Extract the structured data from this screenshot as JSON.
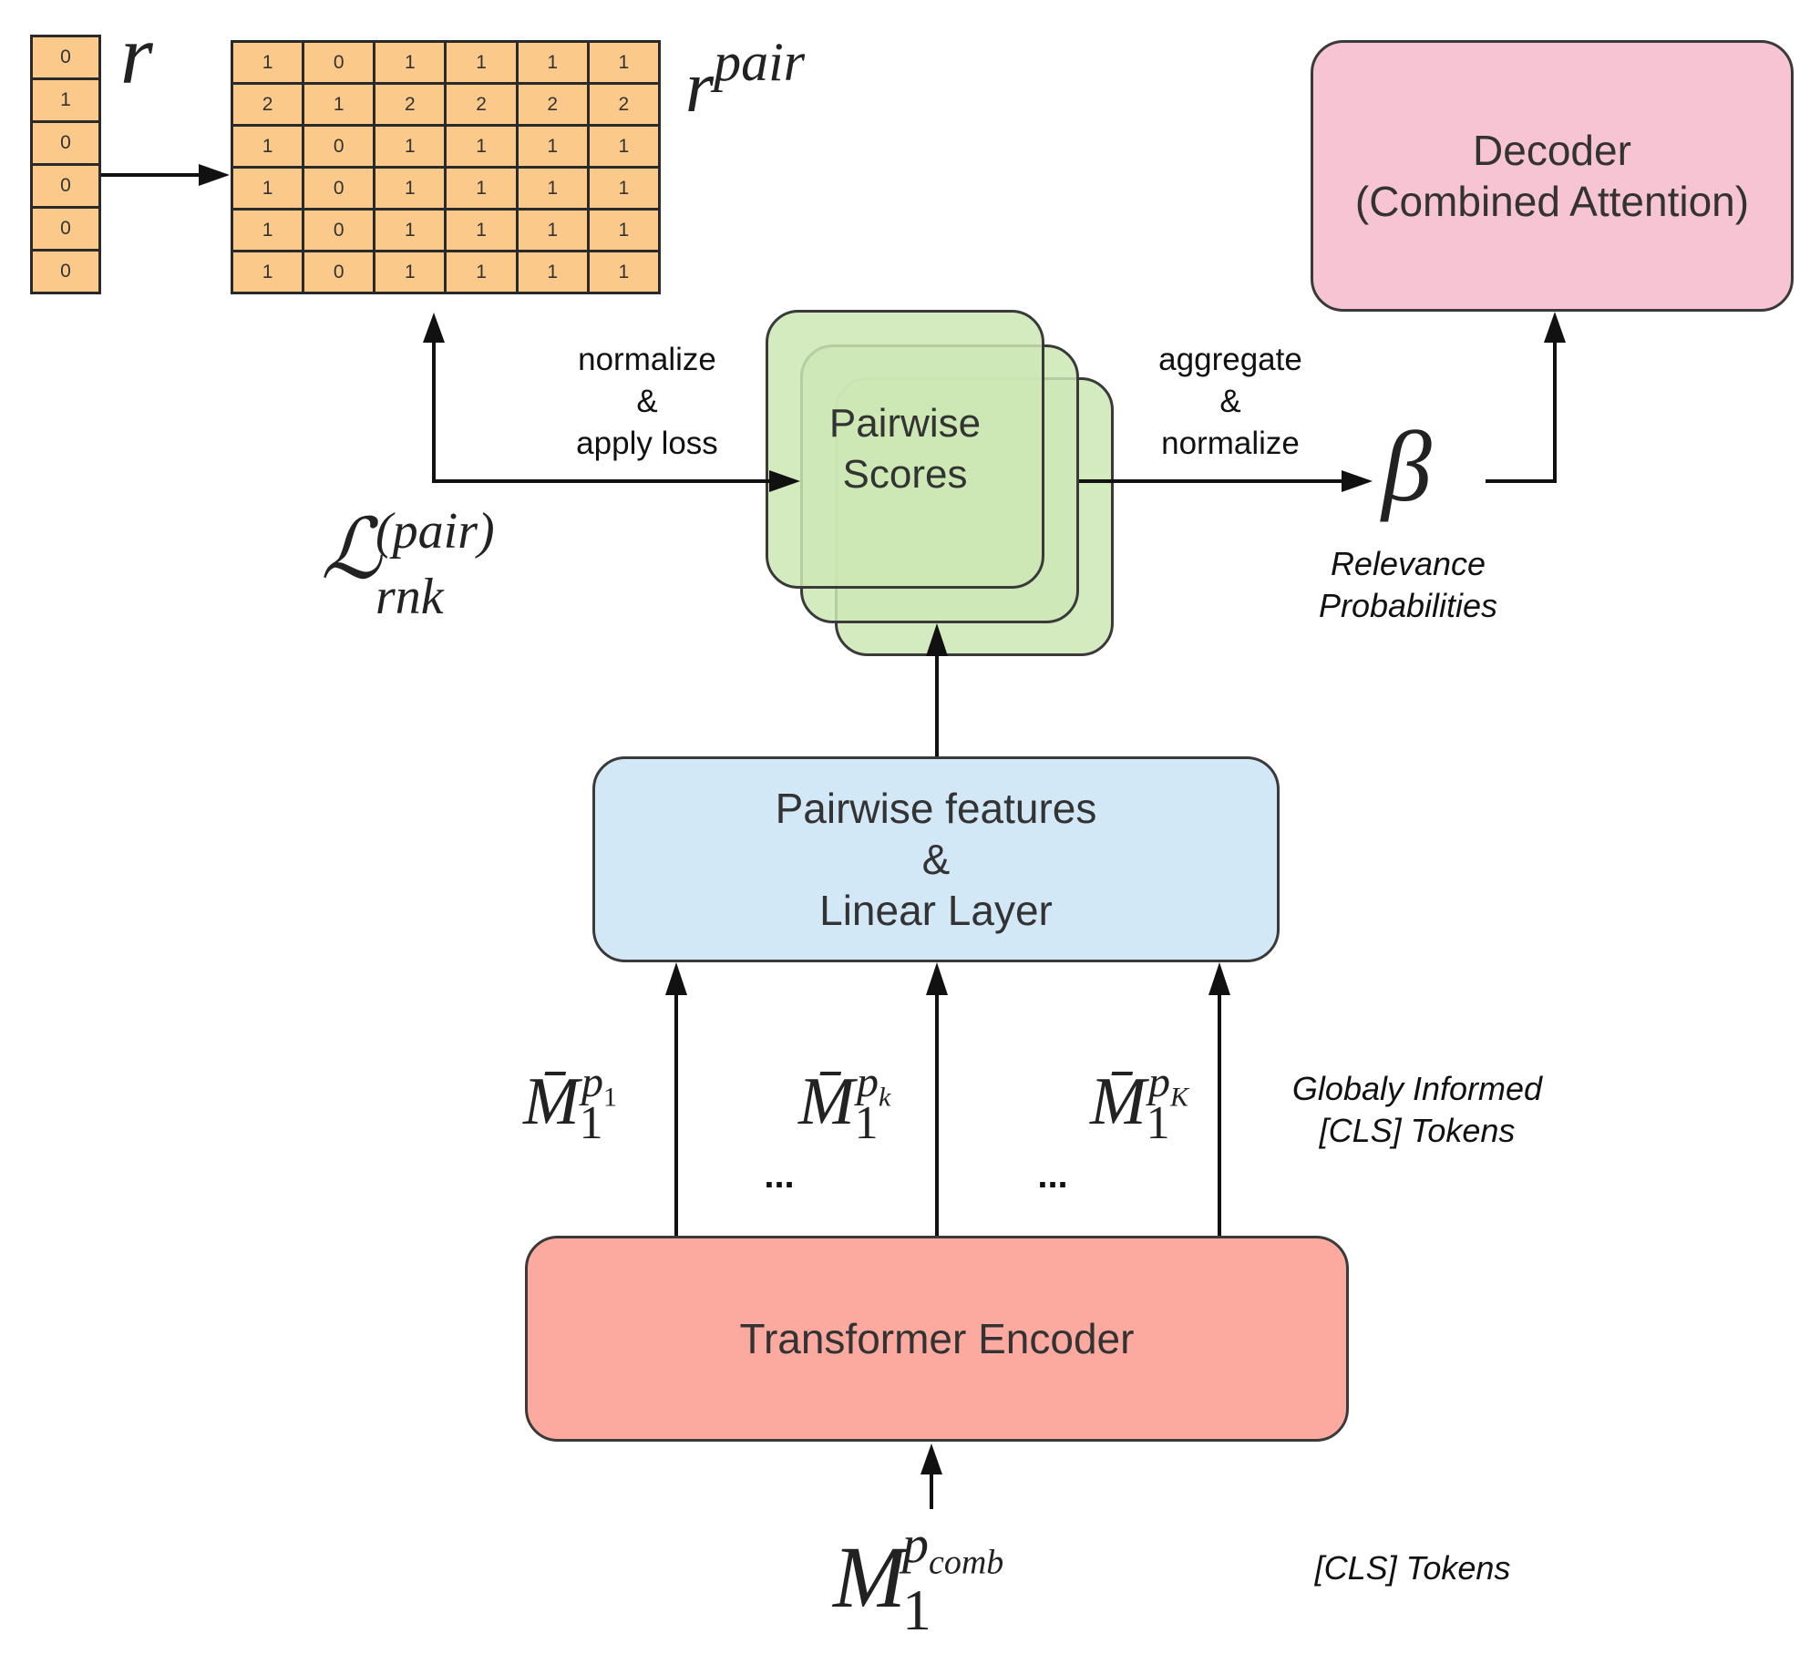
{
  "r_label": "r",
  "r_vector": [
    "0",
    "1",
    "0",
    "0",
    "0",
    "0"
  ],
  "r_pair_label": {
    "base": "r",
    "sup": "pair"
  },
  "r_pair_matrix": [
    [
      "1",
      "0",
      "1",
      "1",
      "1",
      "1"
    ],
    [
      "2",
      "1",
      "2",
      "2",
      "2",
      "2"
    ],
    [
      "1",
      "0",
      "1",
      "1",
      "1",
      "1"
    ],
    [
      "1",
      "0",
      "1",
      "1",
      "1",
      "1"
    ],
    [
      "1",
      "0",
      "1",
      "1",
      "1",
      "1"
    ],
    [
      "1",
      "0",
      "1",
      "1",
      "1",
      "1"
    ]
  ],
  "decoder": {
    "line1": "Decoder",
    "line2": "(Combined Attention)",
    "color": "#f7c4d3"
  },
  "pairwise_scores": {
    "line1": "Pairwise",
    "line2": "Scores",
    "color": "#cde8b5"
  },
  "pairwise_features": {
    "line1": "Pairwise features",
    "line2": "&",
    "line3": "Linear Layer",
    "color": "#d3e8f7"
  },
  "transformer_encoder": {
    "label": "Transformer Encoder",
    "color": "#fcaaa0"
  },
  "normalize_label": {
    "line1": "normalize",
    "line2": "&",
    "line3": "apply loss"
  },
  "aggregate_label": {
    "line1": "aggregate",
    "line2": "&",
    "line3": "normalize"
  },
  "loss_symbol": {
    "base": "ℒ",
    "sup": "(pair)",
    "sub": "rnk"
  },
  "beta_symbol": "β",
  "relevance_label": {
    "line1": "Relevance",
    "line2": "Probabilities"
  },
  "cls_tokens_informed": [
    {
      "base": "M̄̄",
      "sub": "1",
      "sup": "p",
      "sup_sub": "1"
    },
    {
      "base": "M̄̄",
      "sub": "1",
      "sup": "p",
      "sup_sub": "k"
    },
    {
      "base": "M̄̄",
      "sub": "1",
      "sup": "p",
      "sup_sub": "K"
    }
  ],
  "ellipsis": "...",
  "globaly_label": {
    "line1": "Globaly Informed",
    "line2": "[CLS] Tokens"
  },
  "input_symbol": {
    "base": "M",
    "sub": "1",
    "sup": "p",
    "sup_sub": "comb"
  },
  "cls_tokens_label": "[CLS] Tokens"
}
